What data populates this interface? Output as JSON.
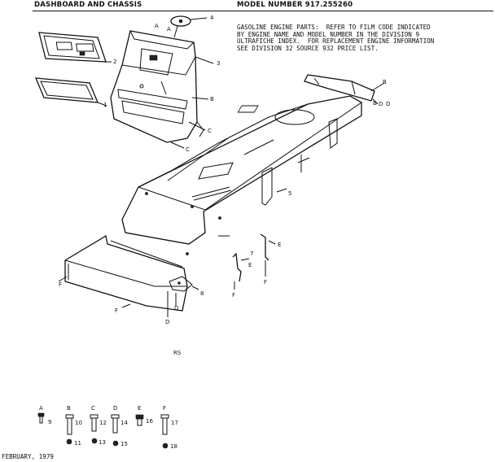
{
  "header": {
    "title_left": "DASHBOARD AND CHASSIS",
    "title_right": "MODEL NUMBER 917.255260"
  },
  "note": {
    "lines": [
      "GASOLINE ENGINE PARTS:  REFER TO FILM CODE INDICATED",
      "BY ENGINE NAME AND MODEL NUMBER IN THE DIVISION 9",
      "ULTRAFICHE INDEX.  FOR REPLACEMENT ENGINE INFORMATION",
      "SEE DIVISION 32 SOURCE 932 PRICE LIST."
    ]
  },
  "callouts": {
    "n1": "1",
    "n2": "2",
    "n3": "3",
    "n4": "4",
    "n5": "5",
    "n7": "7",
    "n8": "8",
    "b": "B",
    "a": "A",
    "c": "C",
    "d": "D",
    "e": "E",
    "f": "F"
  },
  "hardware": {
    "letters": [
      "A",
      "B",
      "C",
      "D",
      "E",
      "F"
    ],
    "numbers": [
      "9",
      "10",
      "11",
      "12",
      "13",
      "14",
      "15",
      "16",
      "17",
      "18"
    ]
  },
  "footer": {
    "mark": "RS",
    "date": "FEBRUARY, 1979"
  }
}
